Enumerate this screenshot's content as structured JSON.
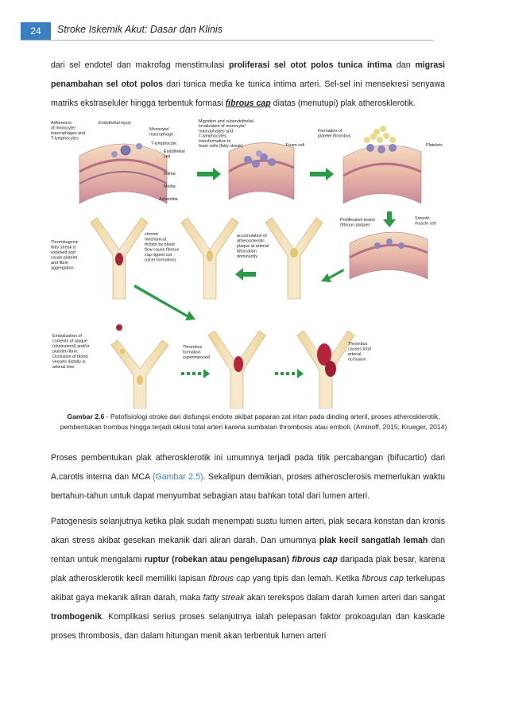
{
  "header": {
    "page_number": "24",
    "running_title": "Stroke Iskemik Akut: Dasar dan Klinis"
  },
  "intro": {
    "t1": "dari sel endotel dan makrofag menstimulasi ",
    "b1": "proliferasi sel otot polos tunica intima",
    "t2": " dan ",
    "b2": "migrasi penambahan sel otot polos",
    "t3": " dari tunica media ke tunica intima arteri. Sel-sel ini mensekresi senyawa matriks ekstraseluler hingga terbentuk formasi ",
    "bi1": "fibrous cap",
    "t4": " diatas (menutupi) plak atherosklerotik."
  },
  "figure": {
    "labels": {
      "adherence": [
        "Adherence",
        "of monocyte/",
        "macrophages and",
        "T-lymphocytes"
      ],
      "endothelial_injury": "Endothelial injury",
      "monocyte": [
        "Monocyte/",
        "macrophage"
      ],
      "t_lymphocyte": "T-lymphocyte",
      "endothelial_cell": [
        "Endothelial",
        "cell"
      ],
      "intima": "Intima",
      "media": "Media",
      "adventitia": "Adventitia",
      "migration": [
        "Migration and subendothelial",
        "localization of monocyte/",
        "macrophages and",
        "T-lymphocytes;",
        "transformation to",
        "foam cells (fatty streak)"
      ],
      "foam_cell": "Foam cell",
      "formation_platelet": [
        "Formation of",
        "platelet thrombus"
      ],
      "platelets": "Platelets",
      "proliferative": [
        "Proliferative lesion",
        "(fibrous plaque)"
      ],
      "smooth_muscle": [
        "Smooth",
        "muscle cell"
      ],
      "thrombogenic": [
        "Thrombogenic",
        "fatty streak is",
        "exposed and",
        "cause platelet",
        "and fibrin",
        "aggregation."
      ],
      "chronic": [
        "chronic",
        "mechanical",
        "friction by blood",
        "flow cause fibrous",
        "cap ripped out",
        "(ulcer formation)"
      ],
      "accumulation": [
        "accumulation of",
        "atherosclerotic",
        "plaque at arterial",
        "bifurcation",
        "dominantly"
      ],
      "embolization": [
        "Embolization of",
        "contents of plaque",
        "(cholesterol) and/or",
        "platelet-fibrin.",
        "Occlusion of blood",
        "vessels distally in",
        "arterial tree."
      ],
      "thrombus_formation": [
        "Thrombus",
        "formation",
        "superimposed"
      ],
      "thrombus_causes": [
        "Thrombus",
        "causes total",
        "arterial",
        "occlusion"
      ]
    }
  },
  "caption": {
    "label": "Gambar 2.6",
    "text": " - Patofisiologi stroke dari disfungsi endote akibat paparan zat iritan pada dinding arteril, proses atherosklerotik, pembentukan trombus hingga terjadi oklusi total arteri karena sumbatan thrombosis atau emboli. (Aminoff, 2015; Krueger, 2014)"
  },
  "para2": {
    "t1": "Proses pembentukan plak atherosklerotik ini umumnya terjadi pada titik percabangan (bifucartio) dari A.carotis interna dan MCA ",
    "link": "(Gambar 2.5)",
    "t2": ". Sekalipun demikian, proses atherosclerosis memerlukan waktu bertahun-tahun untuk dapat menyumbat sebagian atau bahkan total dari lumen arteri."
  },
  "para3": {
    "t1": "Patogenesis selanjutnya ketika plak sudah menempati suatu lumen arteri, plak secara konstan dan kronis akan stress akibat gesekan mekanik dari aliran darah. Dan umumnya ",
    "b1": "plak kecil sangatlah lemah",
    "t2": " dan rentan untuk mengalami ",
    "b2": "ruptur (robekan atau pengelupasan)",
    "t3": " ",
    "bi1": "fibrous cap",
    "t4": " daripada plak besar, karena plak atherosklerotik kecil memiliki lapisan ",
    "i1": "fibrous cap",
    "t5": " yang tipis dan lemah. Ketika ",
    "i2": "fibrous cap",
    "t6": " terkelupas akibat gaya mekanik aliran darah, maka ",
    "i3": "fatty streak",
    "t7": " akan terekspos dalam darah lumen arteri dan sangat ",
    "b3": "trombogenik",
    "t8": ". Komplikasi serius proses selanjutnya ialah pelepasan faktor prokoagulan dan kaskade proses thrombosis, dan dalam hitungan menit akan terbentuk lumen arteri"
  }
}
